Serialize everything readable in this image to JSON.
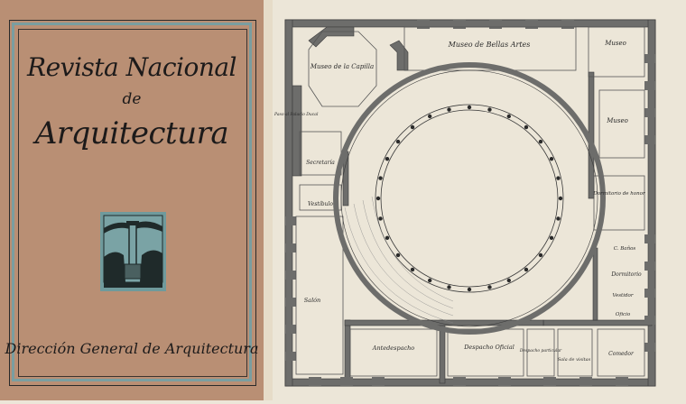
{
  "cover": {
    "title_line1": "Revista Nacional",
    "title_line2": "de",
    "title_line3": "Arquitectura",
    "publisher": "Dirección General de Arquitectura",
    "emblem": "column-monument-emblem",
    "colors": {
      "paper": "#b98f74",
      "border_teal": "#7a9ea0",
      "ink": "#1c1a1a"
    }
  },
  "plan": {
    "rooms": {
      "museo_bellas_artes": "Museo de Bellas Artes",
      "museo_capilla": "Museo de la Capilla",
      "museo_1": "Museo",
      "museo_2": "Museo",
      "paso": "Paso al Palacio Ducal",
      "secretaria": "Secretaría",
      "vestibulo": "Vestíbulo",
      "dormitorio_honor": "Dormitorio de honor",
      "banos": "C. Baños",
      "dormitorio": "Dormitorio",
      "vestidor": "Vestidor",
      "oficio": "Oficio",
      "salon": "Salón",
      "antedespacho": "Antedespacho",
      "despacho_oficial": "Despacho Oficial",
      "despacho_particular": "Despacho particular",
      "sala_visitas": "Sala de visitas",
      "comedor": "Comedor"
    },
    "colors": {
      "paper": "#ece6d8",
      "wall": "#6d6d6b",
      "line": "#3a3a3a"
    }
  }
}
